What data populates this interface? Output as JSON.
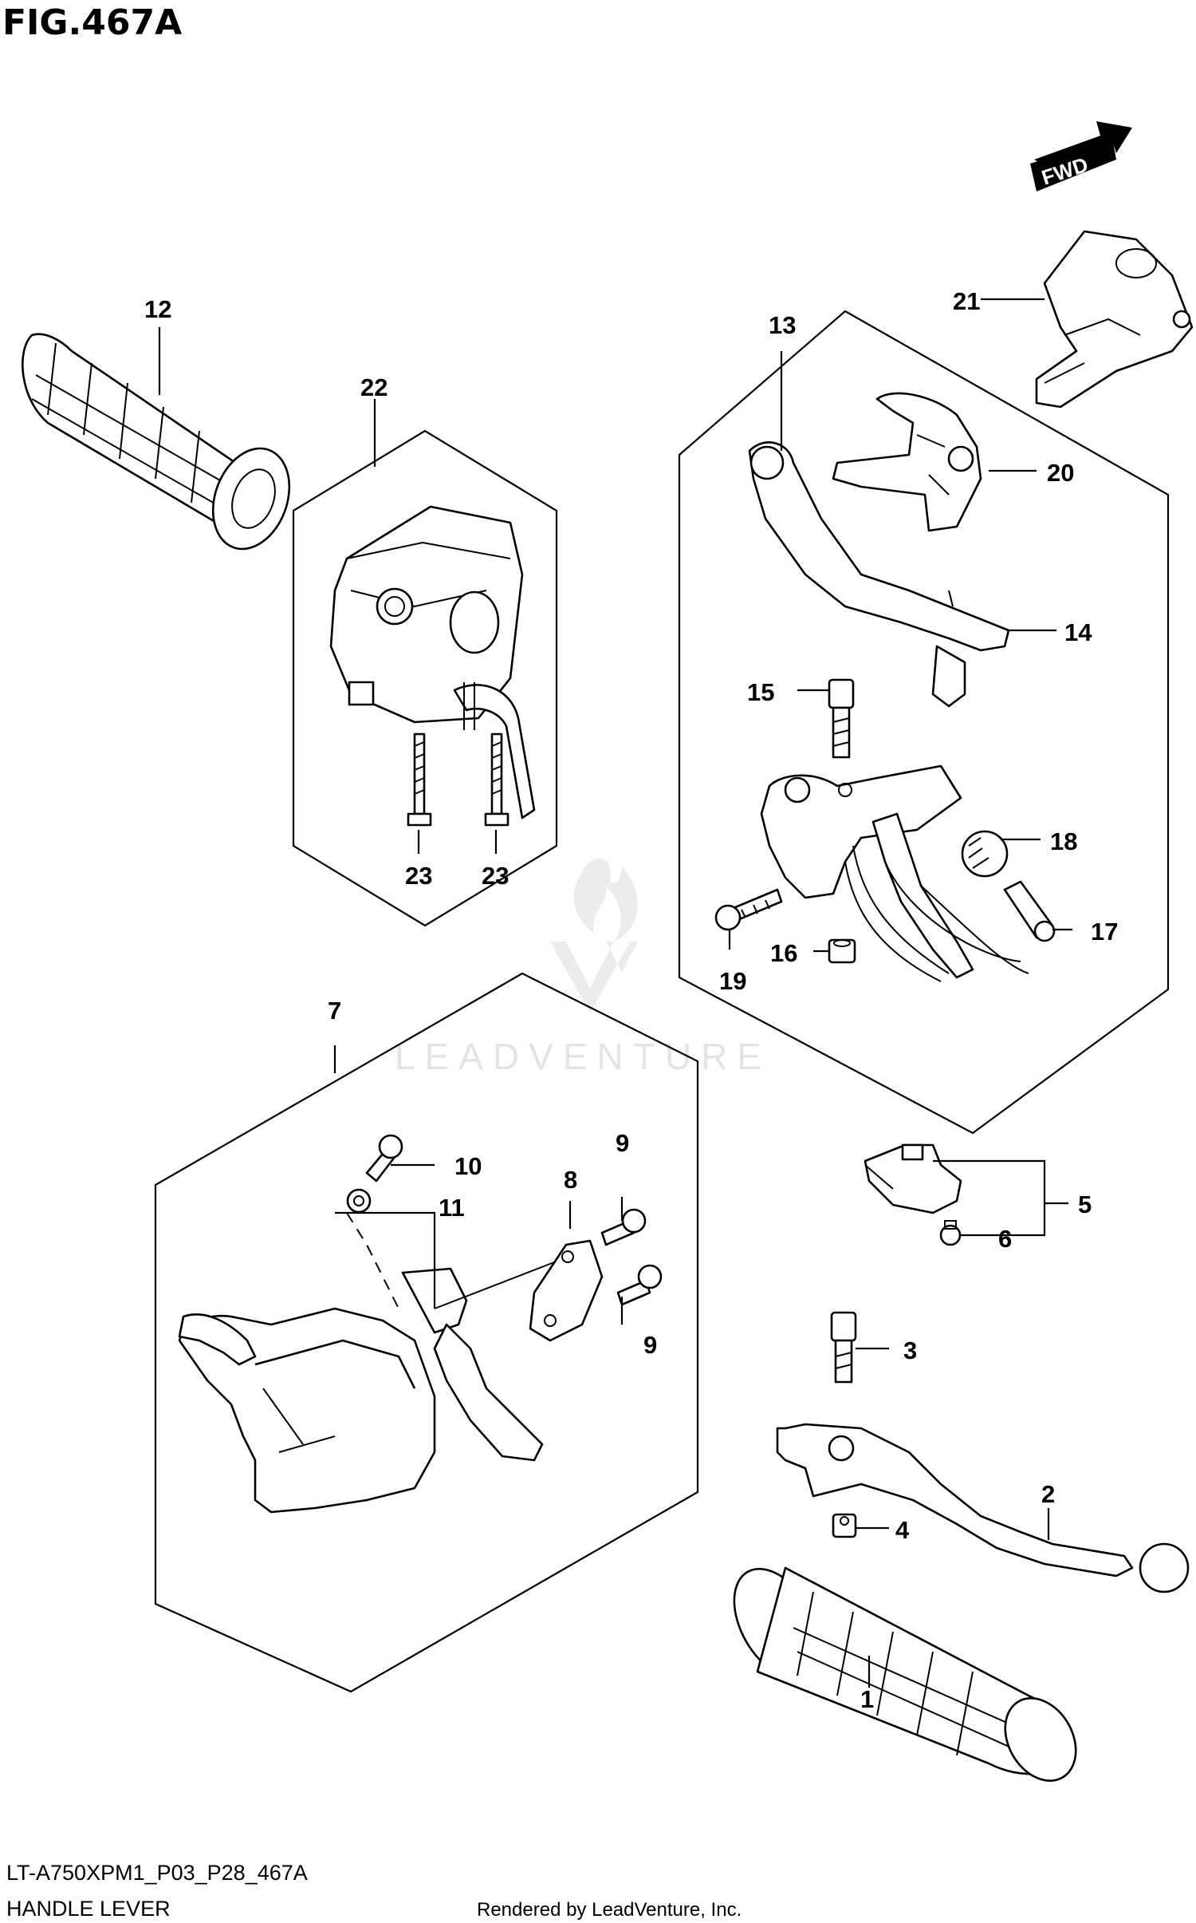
{
  "figure": {
    "title": "FIG.467A",
    "model_code": "LT-A750XPM1_P03_P28_467A",
    "section_name": "HANDLE LEVER",
    "render_credit": "Rendered by LeadVenture, Inc.",
    "watermark": "LEADVENTURE",
    "direction_badge": "FWD"
  },
  "callouts": [
    "1",
    "2",
    "3",
    "4",
    "5",
    "6",
    "7",
    "8",
    "9",
    "9",
    "10",
    "11",
    "12",
    "13",
    "14",
    "15",
    "16",
    "17",
    "18",
    "19",
    "20",
    "21",
    "22",
    "23",
    "23"
  ],
  "colors": {
    "line": "#000000",
    "background": "#ffffff",
    "watermark": "#e4e4e4"
  }
}
